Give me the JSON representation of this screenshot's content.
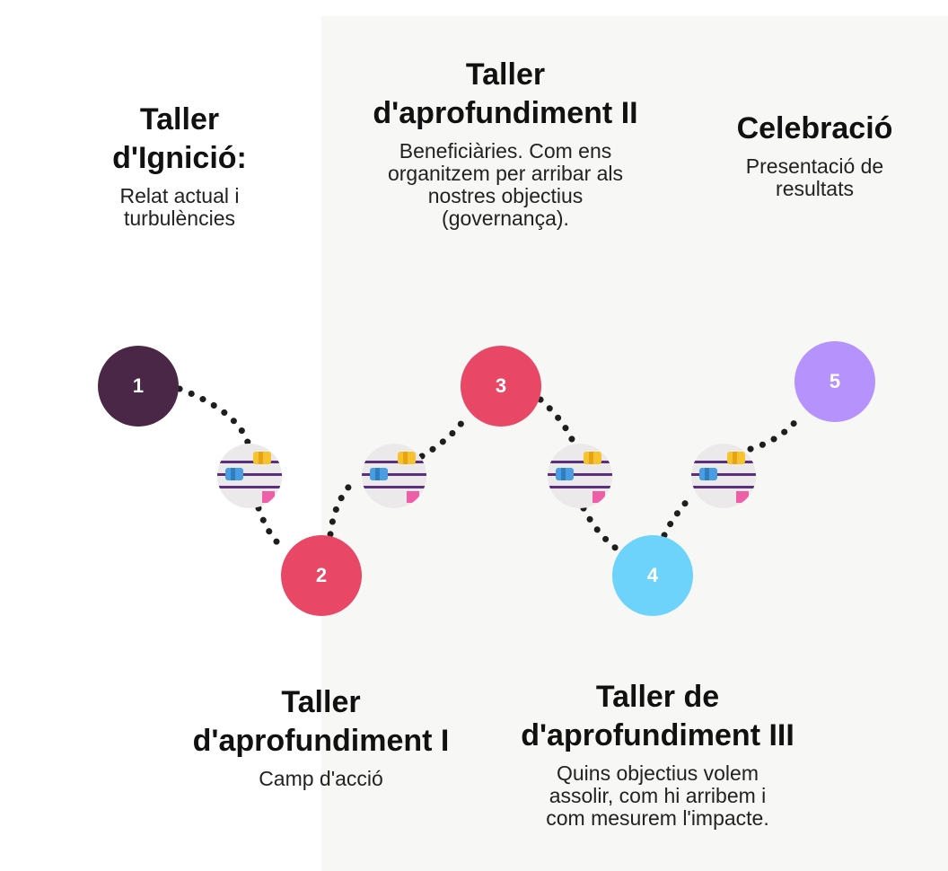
{
  "steps": [
    {
      "number": "1",
      "title": "Taller\nd'Ignició:",
      "description": "Relat actual i\nturbulències",
      "color": "#4a2746"
    },
    {
      "number": "2",
      "title": "Taller\nd'aprofundiment I",
      "description": "Camp d'acció",
      "color": "#e84766"
    },
    {
      "number": "3",
      "title": "Taller\nd'aprofundiment  II",
      "description": "Beneficiàries. Com ens\norganitzem per arribar als\nnostres objectius\n(governança).",
      "color": "#e84766"
    },
    {
      "number": "4",
      "title": "Taller de\nd'aprofundiment III",
      "description": "Quins objectius volem\nassolir, com hi arribem i\ncom mesurem l'impacte.",
      "color": "#6dd3fb"
    },
    {
      "number": "5",
      "title": "Celebració",
      "description": "Presentació de\nresultats",
      "color": "#b693fc"
    }
  ],
  "connector_icon": "equalizer-sliders-icon",
  "colors": {
    "background": "#ffffff",
    "panel": "#f7f7f5",
    "dots": "#1e1e1e"
  }
}
